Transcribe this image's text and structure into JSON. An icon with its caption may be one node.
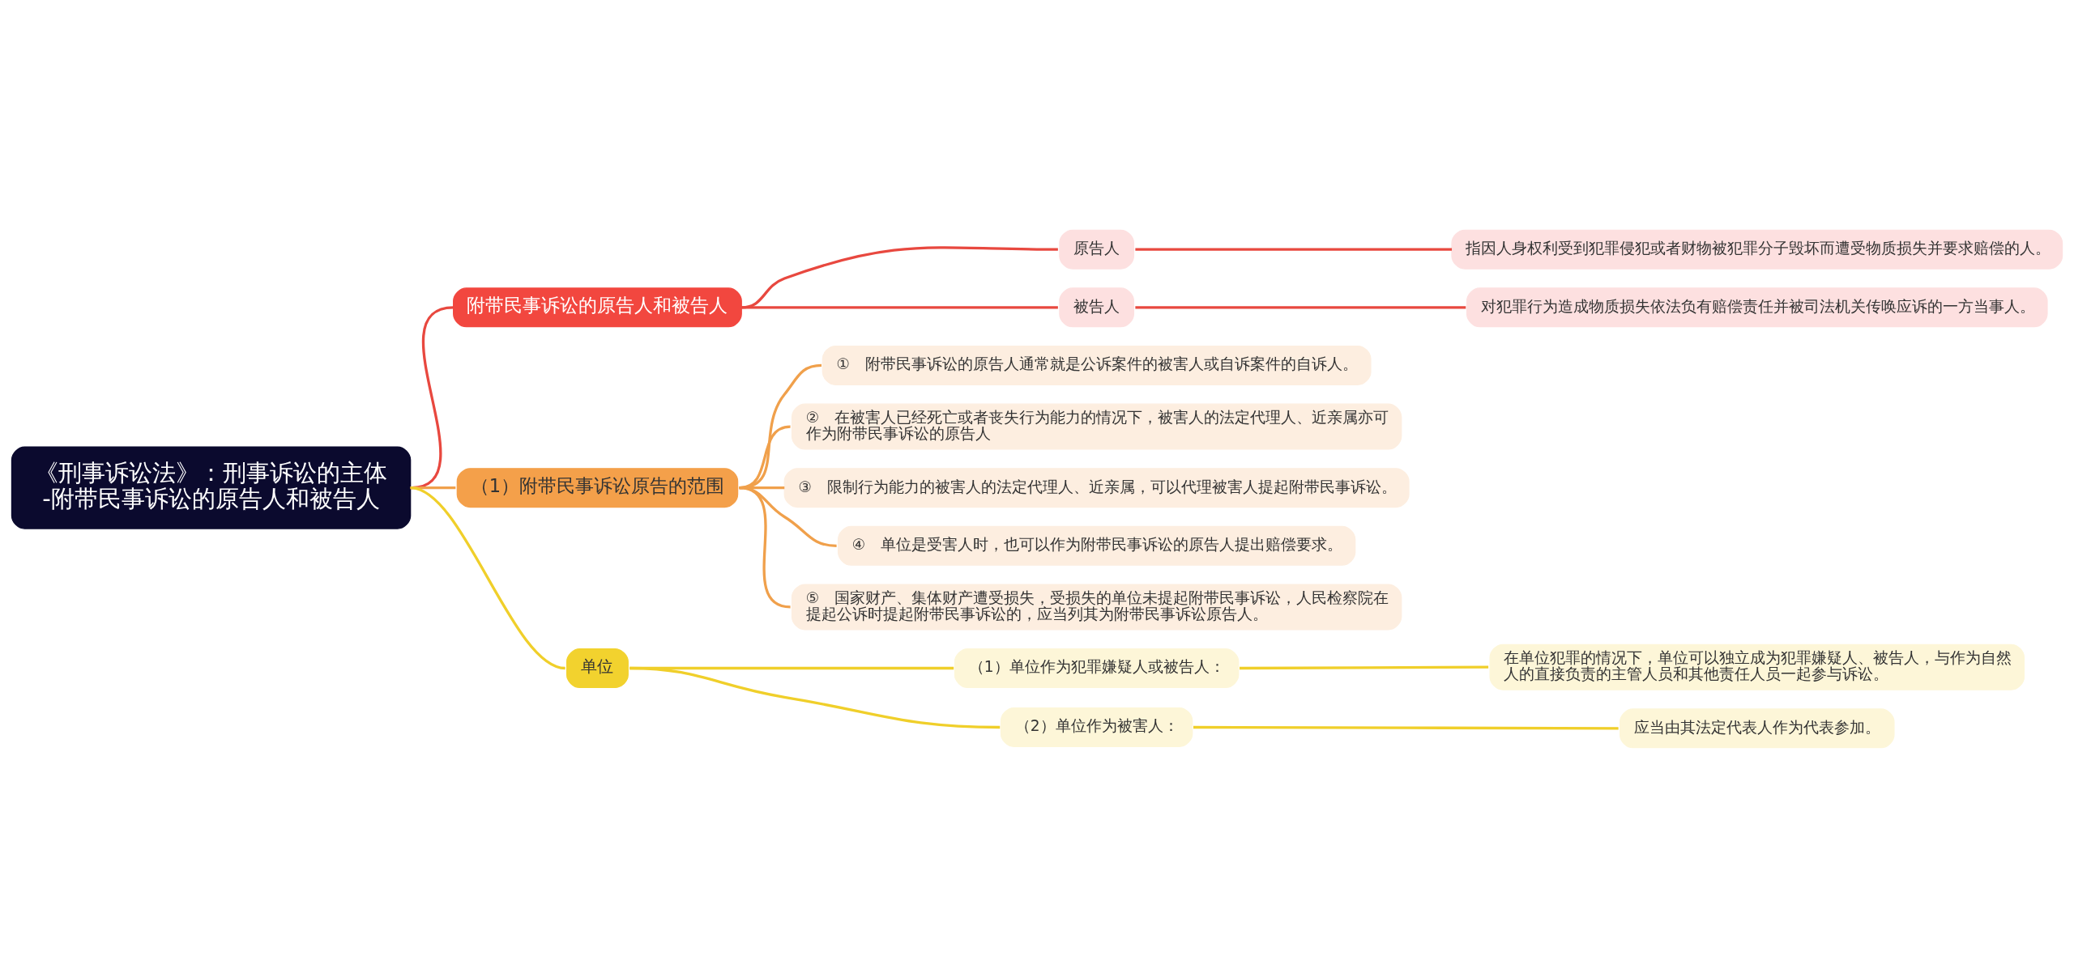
{
  "diagram": {
    "nodes": [
      {
        "text": [
          "《刑事诉讼法》：刑事诉讼的主体-附带民事诉讼的原告人和被告人"
        ]
      },
      {
        "text": [
          "附带民事诉讼的原告人和被告人"
        ]
      },
      {
        "text": [
          "原告人"
        ]
      },
      {
        "text": [
          "指因人身权利受到犯罪侵犯或者财物被犯罪分子毁坏而遭受物质损失并要求赔偿的人。"
        ]
      },
      {
        "text": [
          "被告人"
        ]
      },
      {
        "text": [
          "对犯罪行为造成物质损失依法负有赔偿责任并被司法机关传唤应诉的一方当事人。"
        ]
      },
      {
        "text": [
          "（1）附带民事诉讼原告的范围"
        ]
      },
      {
        "text": [
          "①　附带民事诉讼的原告人通常就是公诉案件的被害人或自诉案件的自诉人。"
        ]
      },
      {
        "text": [
          "②　在被害人已经死亡或者丧失行为能力的情况下，被害人的法定代理人、近亲属亦可作为附带民事诉讼的原告人"
        ]
      },
      {
        "text": [
          "③　限制行为能力的被害人的法定代理人、近亲属，可以代理被害人提起附带民事诉讼。"
        ]
      },
      {
        "text": [
          "④　单位是受害人时，也可以作为附带民事诉讼的原告人提出赔偿要求。"
        ]
      },
      {
        "text": [
          "⑤　国家财产、集体财产遭受损失，受损失的单位未提起附带民事诉讼，人民检察院在提起公诉时提起附带民事诉讼的，应当列其为附带民事诉讼原告人。"
        ]
      },
      {
        "text": [
          "单位"
        ]
      },
      {
        "text": [
          "（1）单位作为犯罪嫌疑人或被告人："
        ]
      },
      {
        "text": [
          "在单位犯罪的情况下，单位可以独立成为犯罪嫌疑人、被告人，与作为自然人的直接负责的主管人员和其他责任人员一起参与诉讼。"
        ]
      },
      {
        "text": [
          "（2）单位作为被害人："
        ]
      },
      {
        "text": [
          "应当由其法定代表人作为代表参加。"
        ]
      }
    ],
    "edges": [
      {
        "from": 0,
        "to": 1,
        "arrow": "none",
        "color": "#e8483f"
      },
      {
        "from": 1,
        "to": 2,
        "arrow": "none",
        "color": "#e8483f"
      },
      {
        "from": 2,
        "to": 3,
        "arrow": "none",
        "color": "#e8483f"
      },
      {
        "from": 1,
        "to": 4,
        "arrow": "none",
        "color": "#e8483f"
      },
      {
        "from": 4,
        "to": 5,
        "arrow": "none",
        "color": "#e8483f"
      },
      {
        "from": 0,
        "to": 6,
        "arrow": "none"
      },
      {
        "from": 6,
        "to": 7,
        "arrow": "none"
      },
      {
        "from": 6,
        "to": 8,
        "arrow": "none"
      },
      {
        "from": 6,
        "to": 9,
        "arrow": "none"
      },
      {
        "from": 6,
        "to": 10,
        "arrow": "none"
      },
      {
        "from": 6,
        "to": 11,
        "arrow": "none"
      },
      {
        "from": 0,
        "to": 12,
        "arrow": "none",
        "color": "#f0cf2a"
      },
      {
        "from": 12,
        "to": 13,
        "arrow": "none",
        "color": "#f0cf2a"
      },
      {
        "from": 13,
        "to": 14,
        "arrow": "none",
        "color": "#f0cf2a"
      },
      {
        "from": 12,
        "to": 15,
        "arrow": "none",
        "color": "#f0cf2a"
      },
      {
        "from": 15,
        "to": 16,
        "arrow": "none",
        "color": "#f0cf2a"
      }
    ]
  }
}
